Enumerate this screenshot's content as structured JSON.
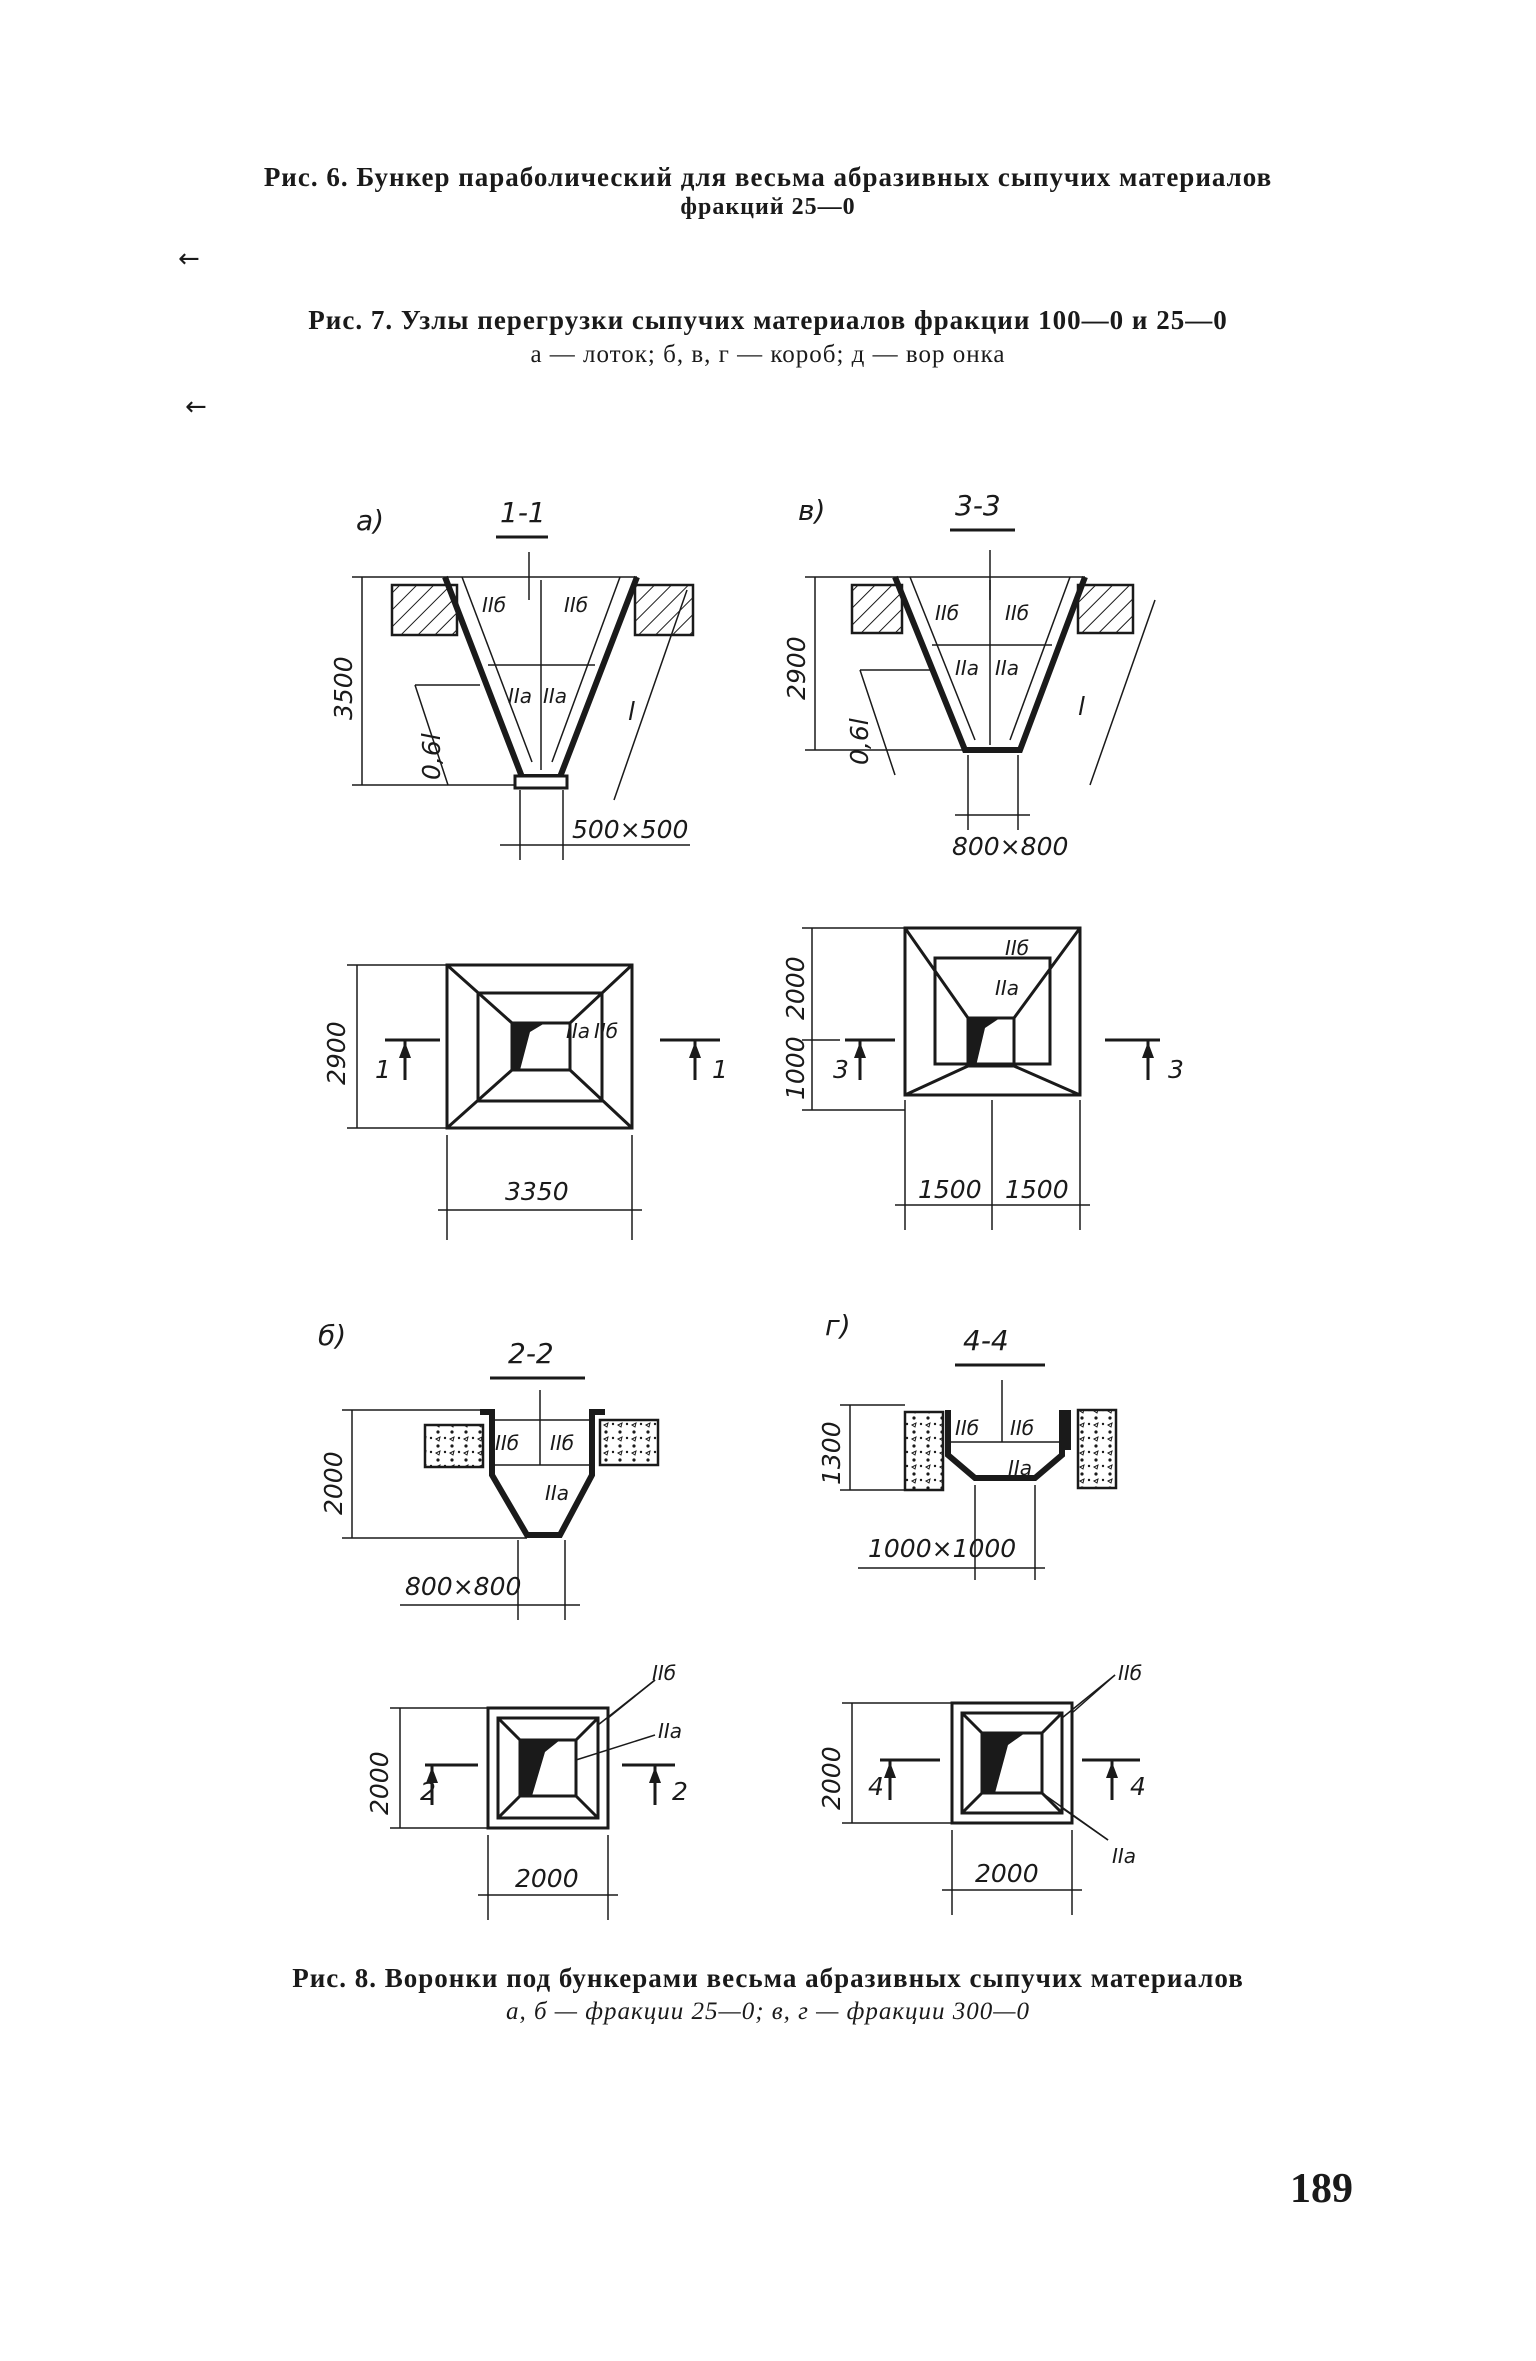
{
  "captions": {
    "fig6_title": "Рис. 6. Бункер параболический для весьма абразивных сыпучих материалов",
    "fig6_sub": "фракций 25—0",
    "arrow1": "←",
    "fig7_title": "Рис. 7. Узлы перегрузки сыпучих материалов фракции 100—0 и 25—0",
    "fig7_sub": "а — лоток; б, в, г — короб; д — вор онка",
    "arrow2": "←",
    "fig8_title": "Рис. 8. Воронки под бункерами весьма абразивных сыпучих материалов",
    "fig8_sub": "а, б — фракции 25—0; в, г — фракции 300—0"
  },
  "page_number": "189",
  "diagram_a": {
    "tag": "а)",
    "section": "1-1",
    "height": "3500",
    "incline": "0,6l",
    "outlet": "500×500",
    "side": "l",
    "plan_height": "2900",
    "plan_width": "3350",
    "cut_mark": "1",
    "zone_b": "IIб",
    "zone_a": "IIа"
  },
  "diagram_v": {
    "tag": "в)",
    "section": "3-3",
    "height": "2900",
    "incline": "0,6l",
    "outlet": "800×800",
    "side": "l",
    "plan_height_top": "2000",
    "plan_height_bottom": "1000",
    "plan_width_left": "1500",
    "plan_width_right": "1500",
    "cut_mark": "3",
    "zone_b": "IIб",
    "zone_a": "IIа"
  },
  "diagram_b": {
    "tag": "б)",
    "section": "2-2",
    "height": "2000",
    "outlet": "800×800",
    "plan_height": "2000",
    "plan_width": "2000",
    "cut_mark": "2",
    "zone_b": "IIб",
    "zone_a": "IIа"
  },
  "diagram_g": {
    "tag": "г)",
    "section": "4-4",
    "height": "1300",
    "outlet": "1000×1000",
    "plan_height": "2000",
    "plan_width": "2000",
    "cut_mark": "4",
    "zone_b": "IIб",
    "zone_a": "IIа"
  }
}
